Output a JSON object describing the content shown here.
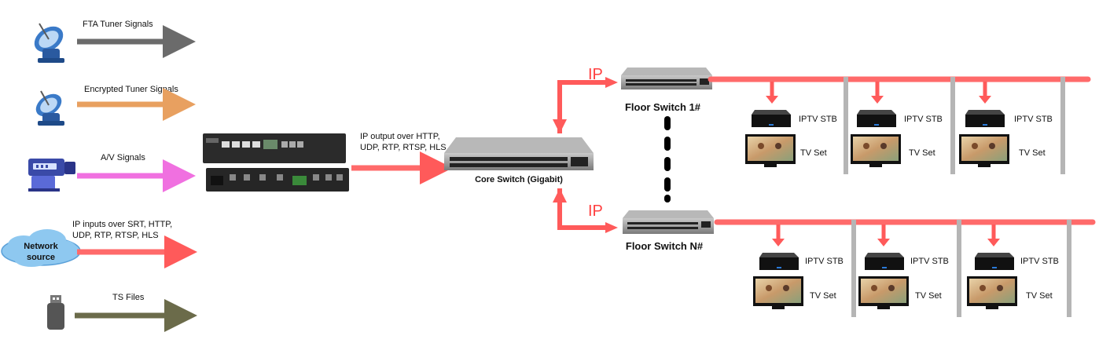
{
  "inputs": [
    {
      "label": "FTA Tuner Signals",
      "icon": "satellite-dish-icon",
      "color": "#6b6b6b"
    },
    {
      "label": "Encrypted Tuner Signals",
      "icon": "satellite-dish-icon",
      "color": "#e8a060"
    },
    {
      "label": "A/V Signals",
      "icon": "av-camera-icon",
      "color": "#f070e0"
    },
    {
      "label_line1": "IP inputs over SRT, HTTP,",
      "label_line2": "UDP, RTP, RTSP, HLS",
      "icon": "network-cloud-icon",
      "cloud_line1": "Network",
      "cloud_line2": "source",
      "color": "#ff6a6a"
    },
    {
      "label": "TS Files",
      "icon": "usb-drive-icon",
      "color": "#6b6b4a"
    }
  ],
  "output": {
    "line1": "IP output over HTTP,",
    "line2": "UDP, RTP, RTSP, HLS"
  },
  "core_switch": {
    "label": "Core Switch (Gigabit)"
  },
  "ip_label": "IP",
  "floors": [
    {
      "label": "Floor Switch 1#",
      "stb_label": "IPTV STB",
      "tv_label": "TV Set"
    },
    {
      "label": "Floor Switch N#",
      "stb_label": "IPTV STB",
      "tv_label": "TV Set"
    }
  ],
  "colors": {
    "signal_red": "#ff6a6a",
    "pole_gray": "#b5b5b5",
    "device_dark": "#2b2b2b",
    "switch_gray": "#8a8a8a"
  }
}
